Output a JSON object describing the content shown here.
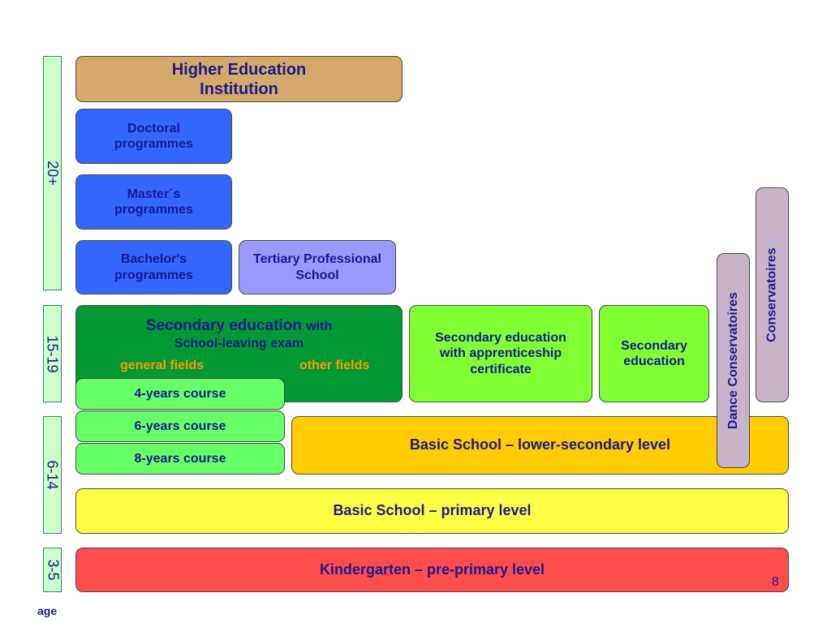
{
  "age_axis": {
    "label": "age",
    "bands": [
      "20+",
      "15-19",
      "6-14",
      "3-5"
    ]
  },
  "higher_education": {
    "line1": "Higher Education",
    "line2": "Institution",
    "color": "#d4a96a"
  },
  "doctoral": {
    "line1": "Doctoral",
    "line2": "programmes"
  },
  "masters": {
    "line1": "Master´s",
    "line2": "programmes"
  },
  "bachelors": {
    "line1": "Bachelor's",
    "line2": "programmes"
  },
  "tertiary_professional": {
    "line1": "Tertiary Professional",
    "line2": "School",
    "color": "#9999ff"
  },
  "secondary_general": {
    "title": "Secondary education",
    "title_suffix": "with",
    "line2": "School-leaving exam",
    "general_fields": "general fields",
    "other_fields": "other fields",
    "color": "#009933",
    "fields_color": "#ff9900"
  },
  "courses": [
    "4-years course",
    "6-years course",
    "8-years course"
  ],
  "secondary_apprenticeship": {
    "line1": "Secondary education",
    "line2": "with apprenticeship",
    "line3": "certificate",
    "color": "#80ff33"
  },
  "secondary_plain": {
    "line1": "Secondary",
    "line2": "education"
  },
  "dance_conservatoires": {
    "label": "Dance Conservatoires",
    "color": "#c8b4c8"
  },
  "conservatoires": {
    "label": "Conservatoires"
  },
  "basic_lower": {
    "label": "Basic School – lower-secondary level",
    "color": "#ffcc00"
  },
  "basic_primary": {
    "label": "Basic School – primary level",
    "color": "#ffff44"
  },
  "kindergarten": {
    "label": "Kindergarten – pre-primary level",
    "color": "#ff4d4d"
  },
  "page_number": "8"
}
